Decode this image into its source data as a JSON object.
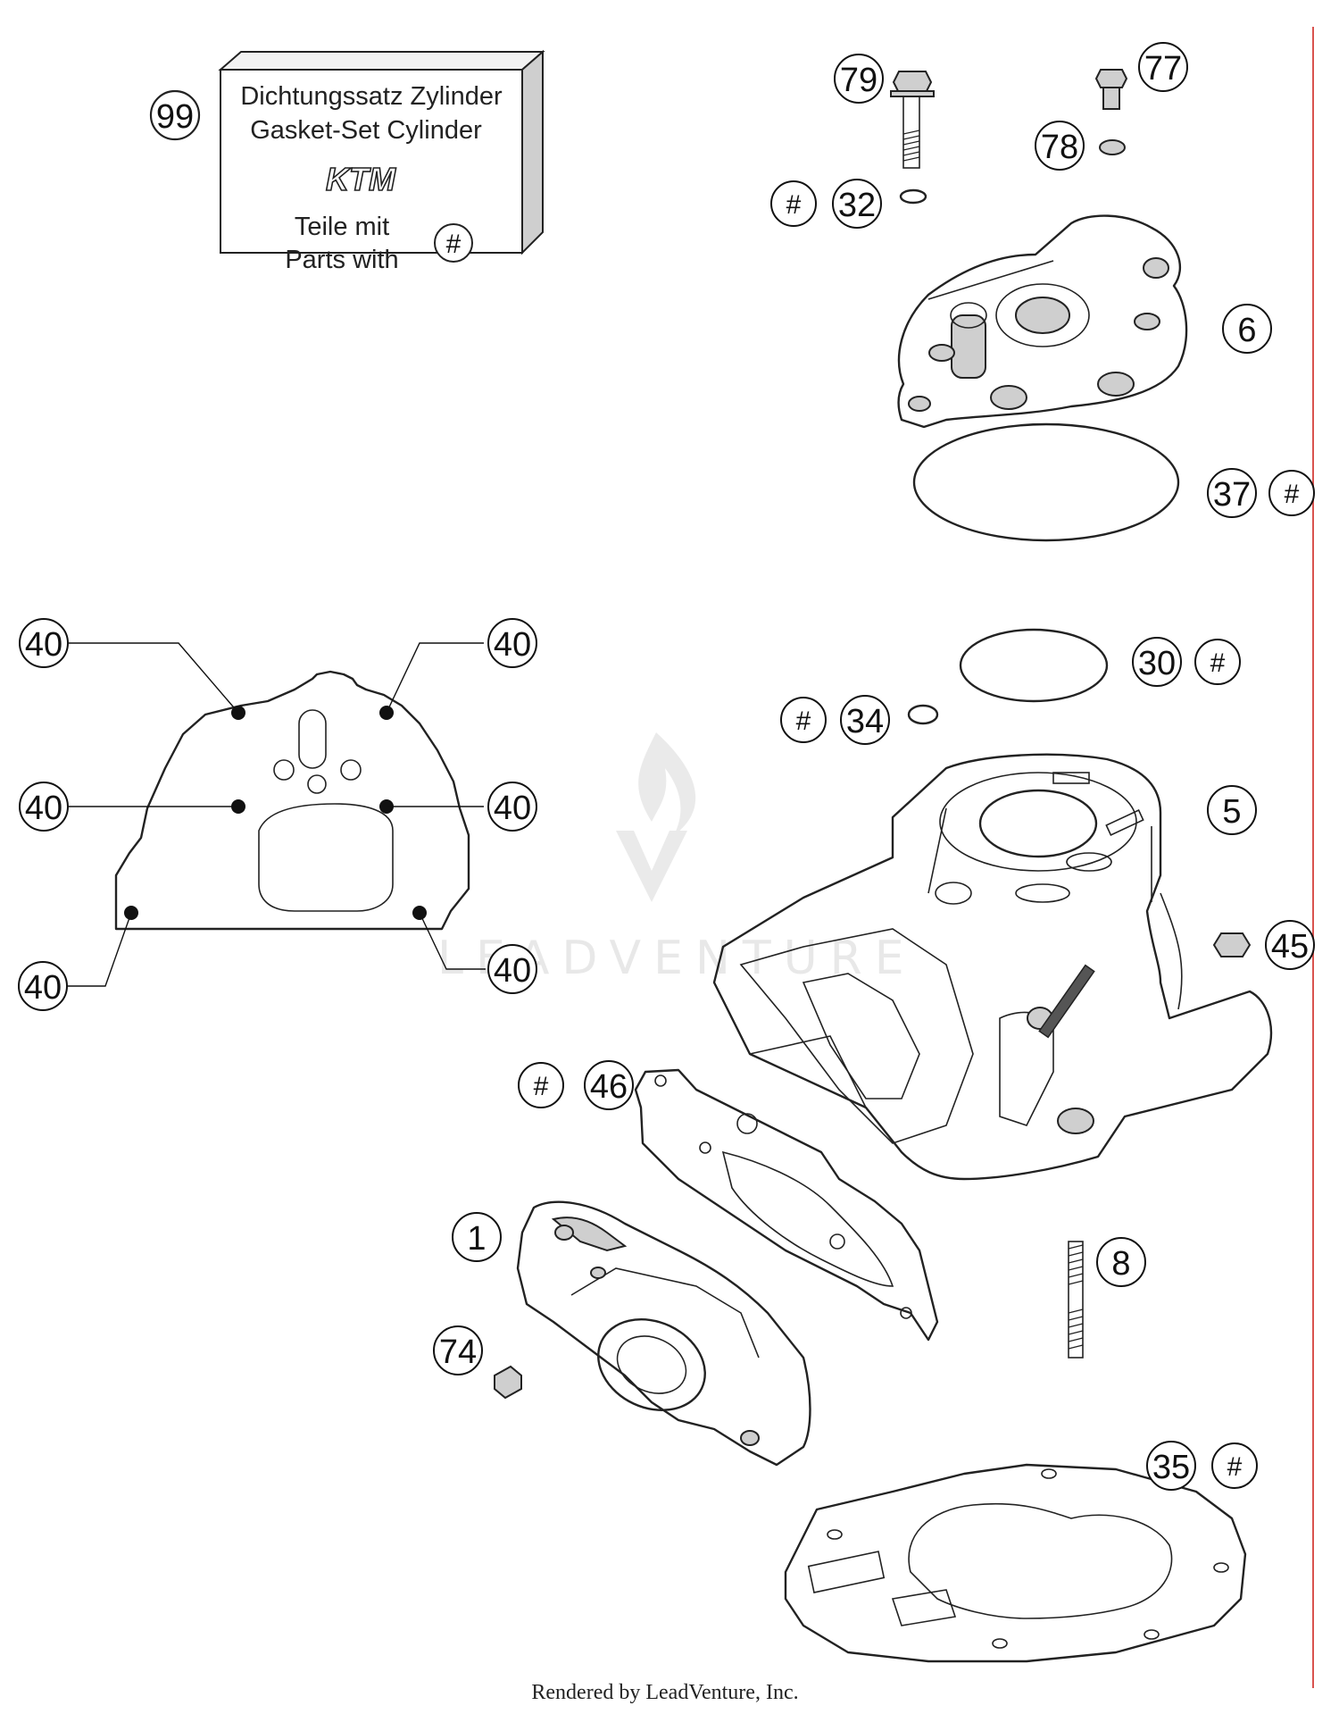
{
  "gasket_set_box": {
    "ref": "99",
    "title_de": "Dichtungssatz Zylinder",
    "title_en": "Gasket-Set Cylinder",
    "brand": "KTM",
    "note_de": "Teile mit",
    "note_en": "Parts with",
    "symbol": "#"
  },
  "callouts": {
    "c79": "79",
    "c77": "77",
    "c78": "78",
    "c32": "32",
    "c6": "6",
    "c37": "37",
    "c30": "30",
    "c34": "34",
    "c5": "5",
    "c45": "45",
    "c46": "46",
    "c1": "1",
    "c8": "8",
    "c74": "74",
    "c35": "35",
    "c40": "40",
    "hash": "#"
  },
  "watermark": "LEADVENTURE",
  "footer": "Rendered by LeadVenture, Inc.",
  "colors": {
    "line": "#222222",
    "margin_line": "#d9534f",
    "background": "#ffffff"
  }
}
